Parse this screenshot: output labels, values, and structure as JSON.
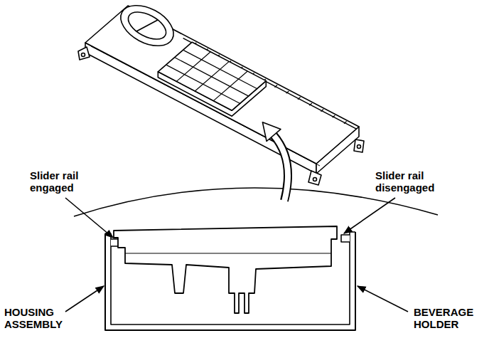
{
  "diagram": {
    "labels": [
      "Slider rail engaged",
      "Slider rail disengaged",
      "HOUSING ASSEMBLY",
      "BEVERAGE HOLDER"
    ]
  }
}
